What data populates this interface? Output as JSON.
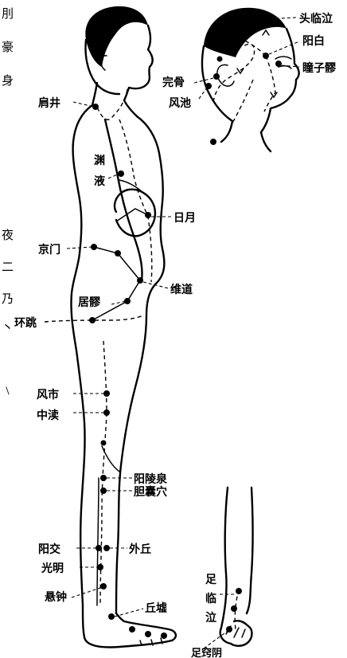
{
  "labels": {
    "jianjing": "肩井",
    "yuanye_1": "渊",
    "yuanye_2": "液",
    "riyue": "日月",
    "jingmen": "京门",
    "weidao": "维道",
    "juliao": "居髎",
    "huantiao": "环跳",
    "fengshi": "风市",
    "zhongdu": "中渎",
    "yanglingquan": "阳陵泉",
    "dannangxue": "胆囊穴",
    "yangjiao": "阳交",
    "waiqiu": "外丘",
    "guangming": "光明",
    "xuanzhong": "悬钟",
    "qiuxu": "丘墟",
    "toulinqi": "头临泣",
    "yangbai": "阳白",
    "tongziliao": "瞳子髎",
    "wangu": "完骨",
    "fengchi": "风池",
    "zulinqi_1": "足",
    "zulinqi_2": "临",
    "zulinqi_3": "泣",
    "zuqiaoyin": "足窍阴"
  },
  "margin_text": [
    "刖",
    "豪",
    "身",
    "夜",
    "二",
    "乃",
    "丶",
    "﹨"
  ],
  "colors": {
    "ink": "#000000",
    "paper": "#ffffff"
  }
}
